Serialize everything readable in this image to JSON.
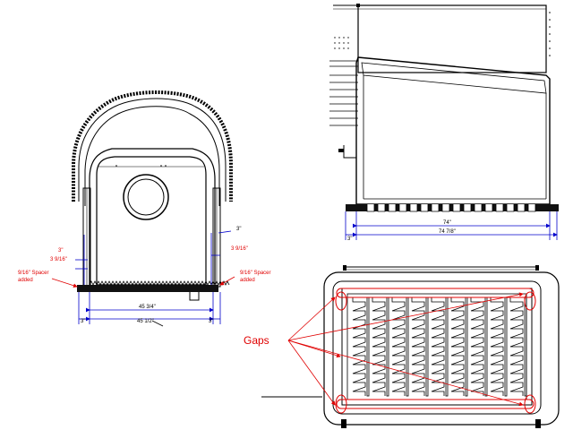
{
  "front_view": {
    "dim_3_right": "3\"",
    "dim_3_9_16_right": "3 9/16\"",
    "dim_3_left": "3\"",
    "dim_3_9_16_left": "3 9/16\"",
    "spacer_left_line1": "9/16\" Spacer",
    "spacer_left_line2": "added",
    "spacer_right_line1": "9/16\" Spacer",
    "spacer_right_line2": "added",
    "dim_inner": "45 3/4\"",
    "dim_outer": "45 1/2\"",
    "dim_bottom_left": "3\"",
    "dim_bottom_right": "3\""
  },
  "side_view": {
    "dim_74": "74\"",
    "dim_74_7_8": "74 7/8\"",
    "dim_3": "3\""
  },
  "plan_view": {
    "gaps_label": "Gaps"
  },
  "colors": {
    "line": "#000000",
    "dimension": "#0000cc",
    "annotation": "#e00000"
  }
}
